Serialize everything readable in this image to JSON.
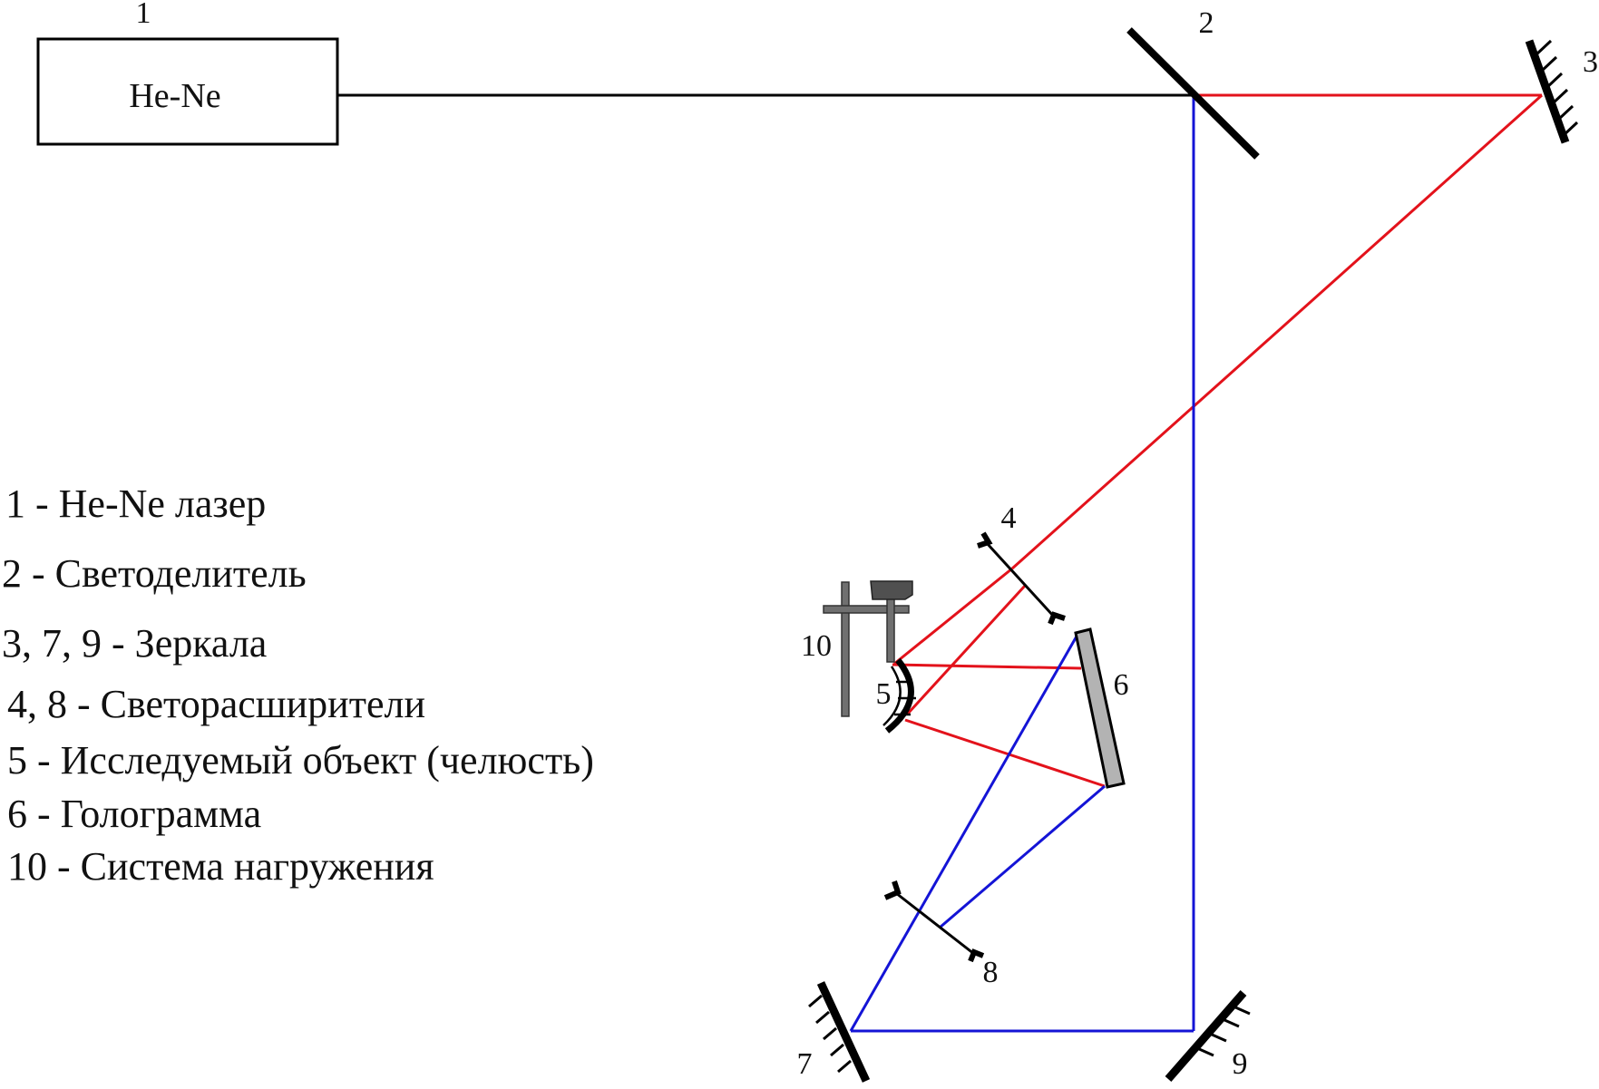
{
  "colors": {
    "black": "#000000",
    "red": "#e3121b",
    "blue": "#1414d6",
    "hologram": "#b3b3b3",
    "stand": "#707070",
    "stand_dark": "#505050"
  },
  "laser": {
    "number": "1",
    "label": "He-Ne"
  },
  "numbers": {
    "n2": "2",
    "n3": "3",
    "n4": "4",
    "n5": "5",
    "n6": "6",
    "n7": "7",
    "n8": "8",
    "n9": "9",
    "n10": "10"
  },
  "legend": [
    "1 - He-Ne лазер",
    "2 - Светоделитель",
    "3, 7, 9 - Зеркала",
    "4, 8 - Светорасширители",
    "5 - Исследуемый объект (челюсть)",
    "6 - Голограмма",
    "10 - Система нагружения"
  ]
}
